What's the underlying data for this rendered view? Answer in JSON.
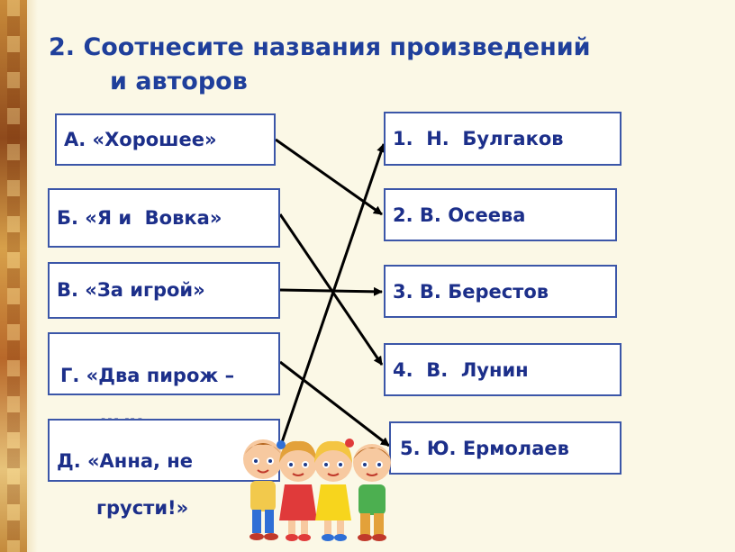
{
  "title": {
    "line1": "2. Соотнесите  названия  произведений",
    "line2": "и авторов"
  },
  "works": [
    {
      "text": "А. «Хорошее»"
    },
    {
      "text": "Б. «Я и  Вовка»"
    },
    {
      "text": "В. «За игрой»"
    },
    {
      "text": "Г. «Два пирож –",
      "text2": "ных»"
    },
    {
      "text": "Д. «Анна, не",
      "text2": "грусти!»"
    }
  ],
  "authors": [
    {
      "text": "1.  Н.  Булгаков"
    },
    {
      "text": "2. В. Осеева"
    },
    {
      "text": "3. В. Берестов"
    },
    {
      "text": "4.  В.  Лунин"
    },
    {
      "text": "5. Ю. Ермолаев"
    }
  ],
  "matches": [
    {
      "work": "А",
      "author": "2"
    },
    {
      "work": "Б",
      "author": "4"
    },
    {
      "work": "В",
      "author": "3"
    },
    {
      "work": "Г",
      "author": "5"
    },
    {
      "work": "Д",
      "author": "1"
    }
  ],
  "colors": {
    "text": "#1c2f8a",
    "border": "#3b56a8",
    "arrow": "#000000",
    "background": "#fbf8e6"
  }
}
